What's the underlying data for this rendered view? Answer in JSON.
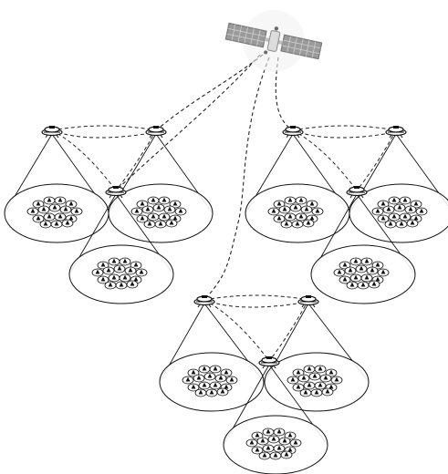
{
  "diagram": {
    "kind": "satellite-hap-network",
    "satellite": {
      "icon": "satellite-icon"
    },
    "groups": [
      {
        "name": "left-cluster",
        "platforms": 3,
        "coverage_cells": 3
      },
      {
        "name": "right-cluster",
        "platforms": 3,
        "coverage_cells": 3
      },
      {
        "name": "bottom-cluster",
        "platforms": 3,
        "coverage_cells": 3
      }
    ],
    "links": {
      "style": "dashed",
      "color": "#222222"
    },
    "colors": {
      "line": "#111111",
      "panel": "#9a9a9a",
      "panel_dark": "#6f6f6f",
      "fill": "#ffffff"
    },
    "icons": {
      "platform": "uav-platform-icon",
      "user": "ground-user-icon",
      "cell": "coverage-ellipse"
    }
  }
}
